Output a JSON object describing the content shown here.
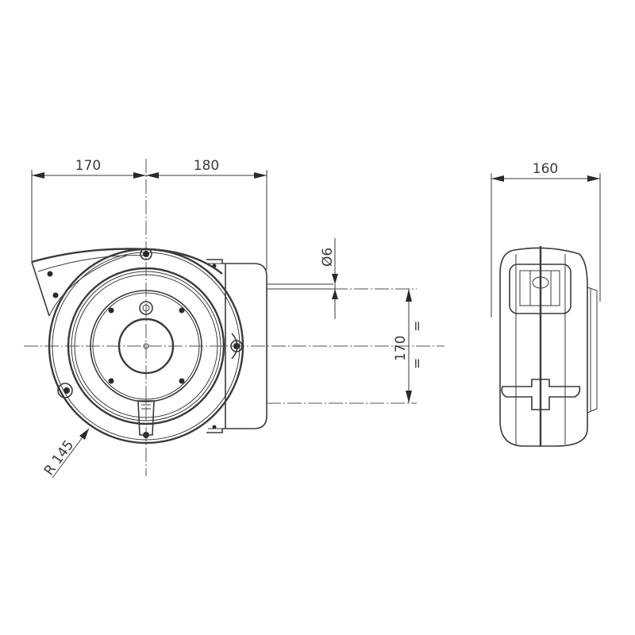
{
  "drawing": {
    "title": "Hose reel dimensional drawing",
    "views": [
      "front-view",
      "side-view"
    ],
    "units": "mm"
  },
  "dimensions": {
    "left_width": "170",
    "right_width": "180",
    "side_width": "160",
    "bracket_hole_spacing": "170",
    "hole_diameter": "Ø6",
    "radius": "R 145",
    "equal_marks": [
      "=",
      "="
    ]
  },
  "colors": {
    "line": "#3a3a3a",
    "background": "#ffffff"
  }
}
